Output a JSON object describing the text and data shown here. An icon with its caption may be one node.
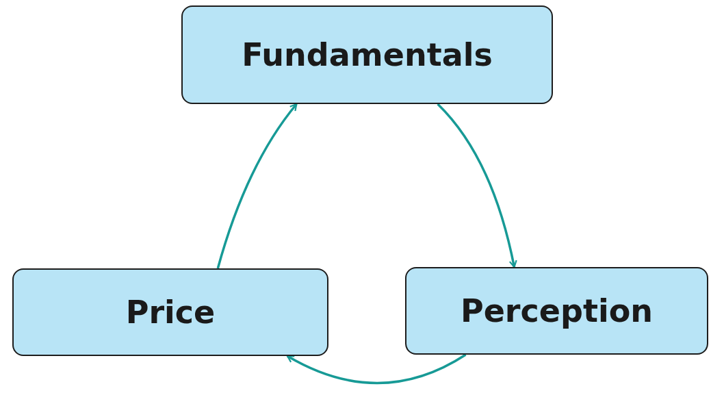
{
  "diagram": {
    "nodes": [
      {
        "text": [
          "Fundamentals"
        ]
      },
      {
        "text": [
          "Price"
        ]
      },
      {
        "text": [
          "Perception"
        ]
      }
    ],
    "edges": [
      {
        "from": 1,
        "to": 0,
        "arrow": "to"
      },
      {
        "from": 0,
        "to": 2,
        "arrow": "to"
      },
      {
        "from": 2,
        "to": 1,
        "arrow": "to"
      }
    ]
  }
}
